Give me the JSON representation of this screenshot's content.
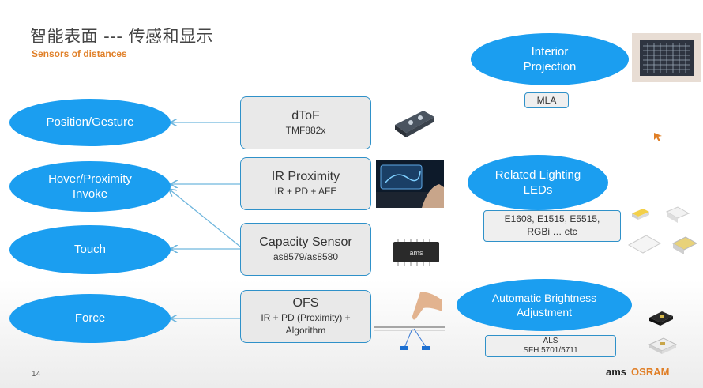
{
  "slide": {
    "title": "智能表面 --- 传感和显示",
    "subtitle": "Sensors of distances",
    "page_number": "14"
  },
  "functions": [
    {
      "label": "Position/Gesture"
    },
    {
      "label": "Hover/Proximity\nInvoke"
    },
    {
      "label": "Touch"
    },
    {
      "label": "Force"
    }
  ],
  "sensors": [
    {
      "name": "dToF",
      "detail": "TMF882x"
    },
    {
      "name": "IR Proximity",
      "detail": "IR + PD + AFE"
    },
    {
      "name": "Capacity Sensor",
      "detail": "as8579/as8580"
    },
    {
      "name": "OFS",
      "detail": "IR + PD (Proximity) +\nAlgorithm"
    }
  ],
  "display_features": [
    {
      "label": "Interior\nProjection",
      "part": "MLA"
    },
    {
      "label": "Related Lighting\nLEDs",
      "part": "E1608, E1515, E5515,\nRGBi … etc"
    },
    {
      "label": "Automatic Brightness\nAdjustment",
      "part": "ALS\nSFH 5701/5711"
    }
  ],
  "chip_marking": "ams",
  "logo": {
    "ams": "ams",
    "osram": "OSRAM"
  },
  "colors": {
    "ellipse": "#1b9ef0",
    "box_border": "#2f91c9",
    "subtitle": "#e07f27",
    "arrow": "#6fb6dd"
  }
}
